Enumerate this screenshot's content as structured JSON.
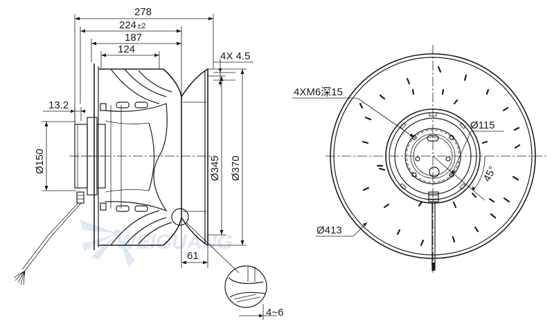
{
  "side_view": {
    "dim_278": "278",
    "dim_224": "224",
    "dim_224_tol": "±2",
    "dim_187": "187",
    "dim_124": "124",
    "dim_13_2": "13.2",
    "dim_150": "Ø150",
    "dim_4x45": "4X 4.5",
    "dim_345": "Ø345",
    "dim_370": "Ø370",
    "dim_61": "61",
    "dim_4_6": "4~6"
  },
  "front_view": {
    "dim_m6": "4XM6深15",
    "dim_115": "Ø115",
    "dim_45deg": "45°",
    "dim_413": "Ø413"
  },
  "watermark": {
    "text": "WEIGUANG",
    "color": "#c8d7e8"
  },
  "colors": {
    "line": "#1a1a1a",
    "background": "#ffffff"
  }
}
